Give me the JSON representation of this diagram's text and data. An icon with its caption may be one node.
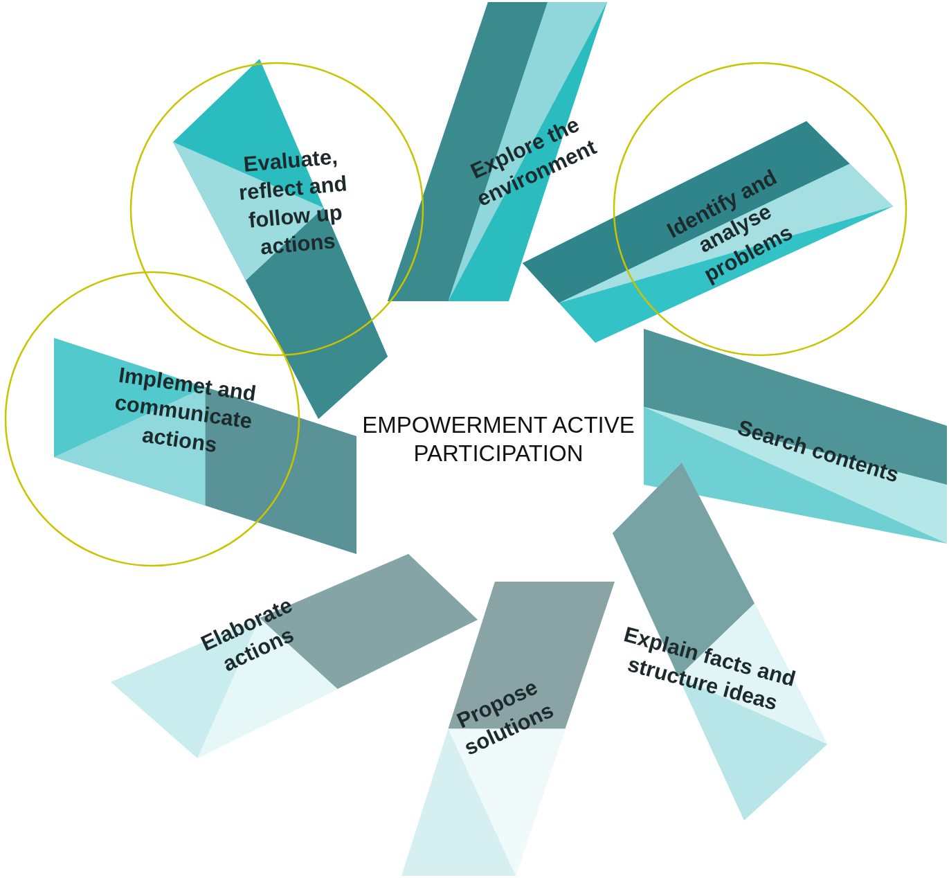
{
  "diagram": {
    "nodes": [
      {
        "text": [
          "EMPOWERMENT ACTIVE PARTICIPATION"
        ]
      },
      {
        "text": [
          "Explore the environment"
        ]
      },
      {
        "text": [
          "Identify and analyse problems"
        ]
      },
      {
        "text": [
          "Search contents"
        ]
      },
      {
        "text": [
          "Explain facts and structure ideas"
        ]
      },
      {
        "text": [
          "Propose solutions"
        ]
      },
      {
        "text": [
          "Elaborate actions"
        ]
      },
      {
        "text": [
          "Implemet and communicate actions"
        ]
      },
      {
        "text": [
          "Evaluate, reflect and follow up actions"
        ]
      }
    ]
  }
}
